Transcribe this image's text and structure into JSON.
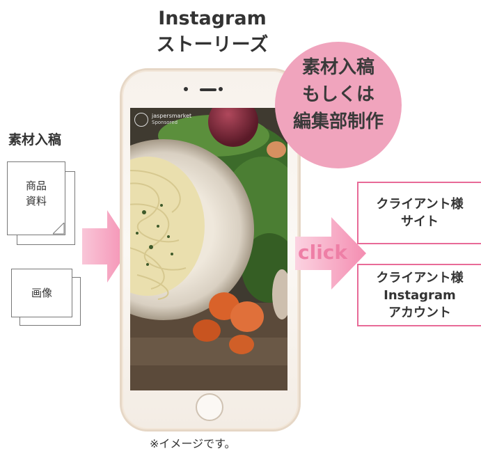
{
  "title": {
    "line1": "Instagram",
    "line2": "ストーリーズ"
  },
  "left": {
    "heading": "素材入稿",
    "doc1": {
      "line1": "商品",
      "line2": "資料"
    },
    "doc2": {
      "label": "画像"
    }
  },
  "story": {
    "account": "jaspersmarket",
    "sponsored": "Sponsored"
  },
  "bubble": {
    "line1": "素材入稿",
    "line2": "もしくは",
    "line3": "編集部制作"
  },
  "click_label": "click",
  "destinations": [
    {
      "lines": [
        "クライアント様",
        "サイト"
      ]
    },
    {
      "lines": [
        "クライアント様",
        "Instagram",
        "アカウント"
      ]
    }
  ],
  "caption": "※イメージです。",
  "colors": {
    "pink_arrow": "#f6a9c3",
    "bubble": "#f0a4bd",
    "box_border": "#e86a97",
    "click": "#ee7fa6"
  }
}
